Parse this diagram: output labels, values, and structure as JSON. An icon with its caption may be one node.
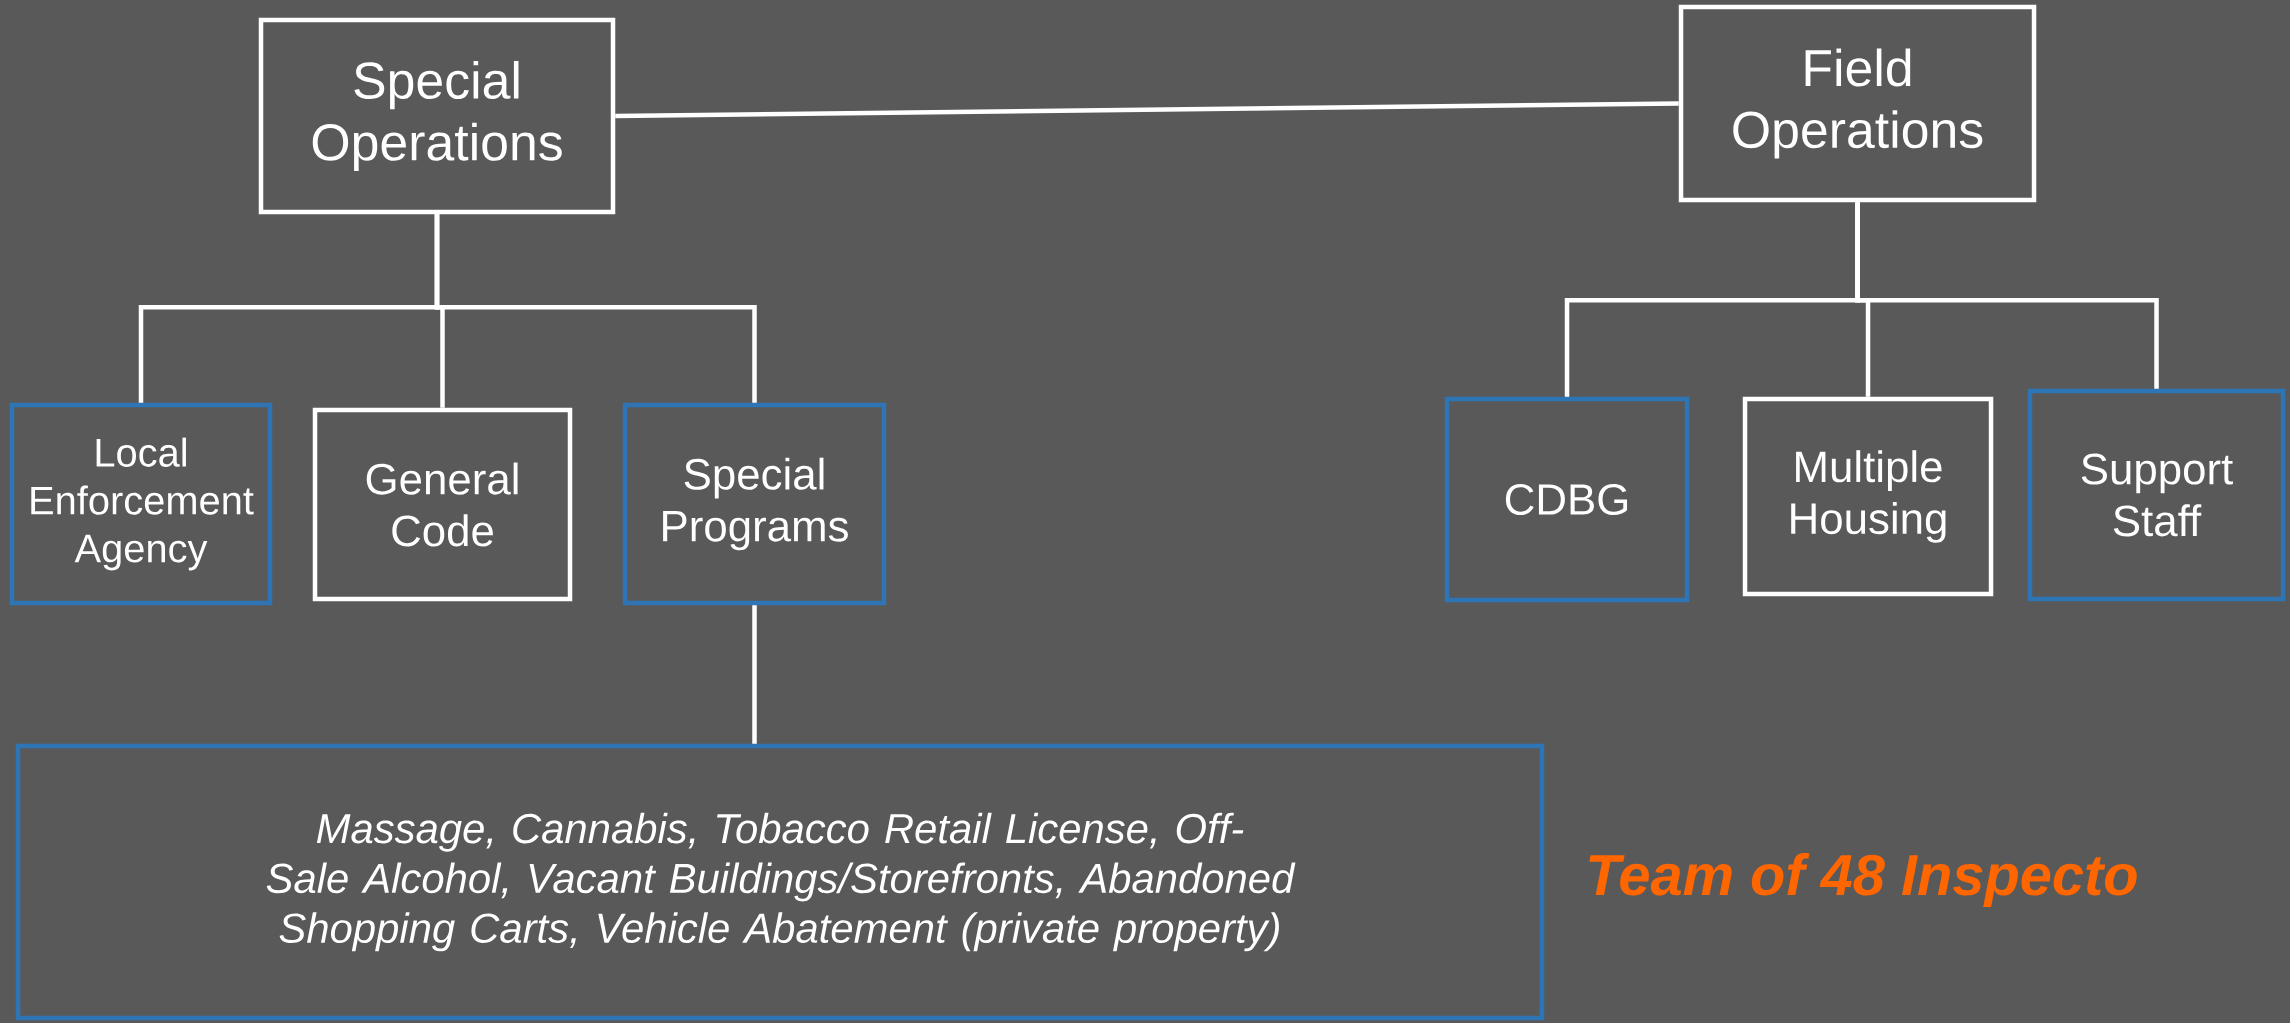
{
  "diagram": {
    "nodes": [
      {
        "text": [
          "Special Operations"
        ]
      },
      {
        "text": [
          "Field Operations"
        ]
      },
      {
        "text": [
          "Local Enforcement Agency"
        ]
      },
      {
        "text": [
          "General Code"
        ]
      },
      {
        "text": [
          "Special Programs"
        ]
      },
      {
        "text": [
          "CDBG"
        ]
      },
      {
        "text": [
          "Multiple Housing"
        ]
      },
      {
        "text": [
          "Support Staff"
        ]
      },
      {
        "text": [
          "Massage, Cannabis, Tobacco Retail License, Off-Sale Alcohol, Vacant Buildings/Storefronts, Abandoned Shopping Carts, Vehicle Abatement (private property)"
        ]
      }
    ],
    "edges": [
      {
        "from": 0,
        "to": 1,
        "arrow": "none"
      },
      {
        "from": 0,
        "to": 2,
        "arrow": "none"
      },
      {
        "from": 0,
        "to": 3,
        "arrow": "none"
      },
      {
        "from": 0,
        "to": 4,
        "arrow": "none"
      },
      {
        "from": 1,
        "to": 5,
        "arrow": "none"
      },
      {
        "from": 1,
        "to": 6,
        "arrow": "none"
      },
      {
        "from": 1,
        "to": 7,
        "arrow": "none"
      },
      {
        "from": 4,
        "to": 8,
        "arrow": "none"
      }
    ],
    "labels": [
      "Team of 48 Inspecto"
    ]
  }
}
